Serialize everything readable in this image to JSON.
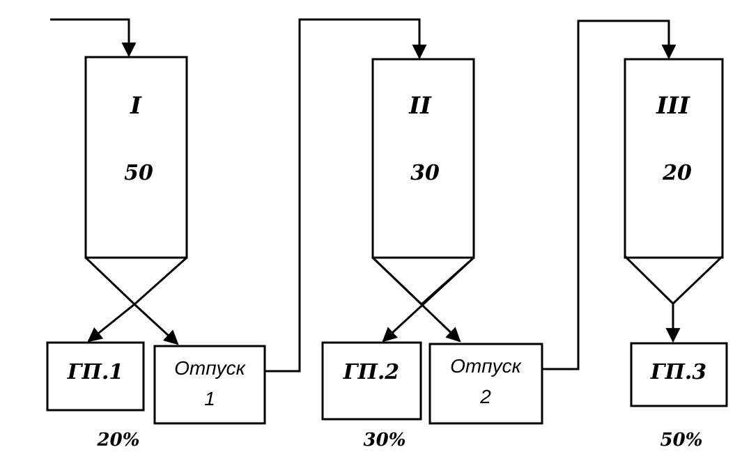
{
  "stages": [
    {
      "roman": "I",
      "value": "50"
    },
    {
      "roman": "II",
      "value": "30"
    },
    {
      "roman": "III",
      "value": "20"
    }
  ],
  "finished_products": [
    {
      "label": "ГП.1",
      "percent": "20%"
    },
    {
      "label": "ГП.2",
      "percent": "30%"
    },
    {
      "label": "ГП.3",
      "percent": "50%"
    }
  ],
  "releases": [
    {
      "line1": "Отпуск",
      "line2": "1"
    },
    {
      "line1": "Отпуск",
      "line2": "2"
    }
  ]
}
